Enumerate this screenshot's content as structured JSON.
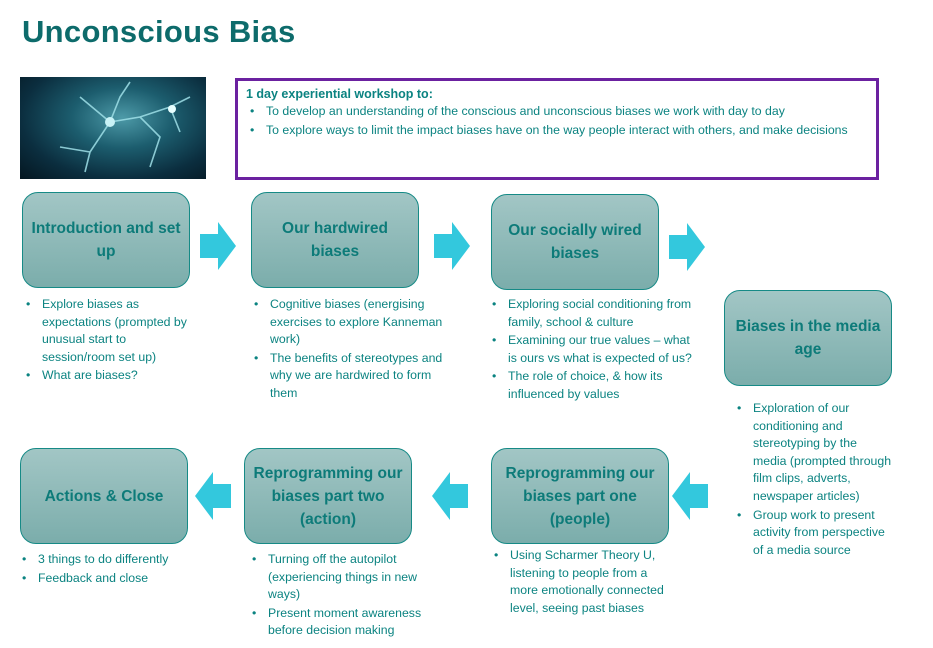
{
  "title": "Unconscious Bias",
  "intro": {
    "heading": "1 day experiential workshop to:",
    "bullets": [
      "To develop an understanding of the conscious and unconscious biases we work with day to day",
      "To explore ways to limit the impact biases have on the way people interact with others, and make decisions"
    ]
  },
  "steps": [
    {
      "title": "Introduction and set up",
      "bullets": [
        "Explore biases as expectations (prompted by unusual start to session/room set up)",
        "What are biases?"
      ]
    },
    {
      "title": "Our hardwired biases",
      "bullets": [
        "Cognitive biases (energising exercises to explore Kanneman work)",
        "The benefits of stereotypes and why we are hardwired to form them"
      ]
    },
    {
      "title": "Our socially wired biases",
      "bullets": [
        "Exploring social conditioning from family, school & culture",
        "Examining our true values – what is ours vs what is expected of us?",
        "The role of choice, & how its influenced by values"
      ]
    },
    {
      "title": "Biases in the media age",
      "bullets": [
        "Exploration of our conditioning and stereotyping by the media (prompted through film clips, adverts, newspaper articles)",
        "Group work to present activity from perspective of a media source"
      ]
    },
    {
      "title": "Reprogramming our biases part one (people)",
      "bullets": [
        "Using Scharmer Theory U, listening to people from a more emotionally connected level, seeing past biases"
      ]
    },
    {
      "title": "Reprogramming our biases part two (action)",
      "bullets": [
        "Turning off the autopilot (experiencing things in new ways)",
        "Present moment awareness before decision making"
      ]
    },
    {
      "title": "Actions & Close",
      "bullets": [
        "3 things to do differently",
        "Feedback and close"
      ]
    }
  ],
  "colors": {
    "text": "#0b8381",
    "arrow": "#33c8dd",
    "border_purple": "#6b21a0"
  }
}
